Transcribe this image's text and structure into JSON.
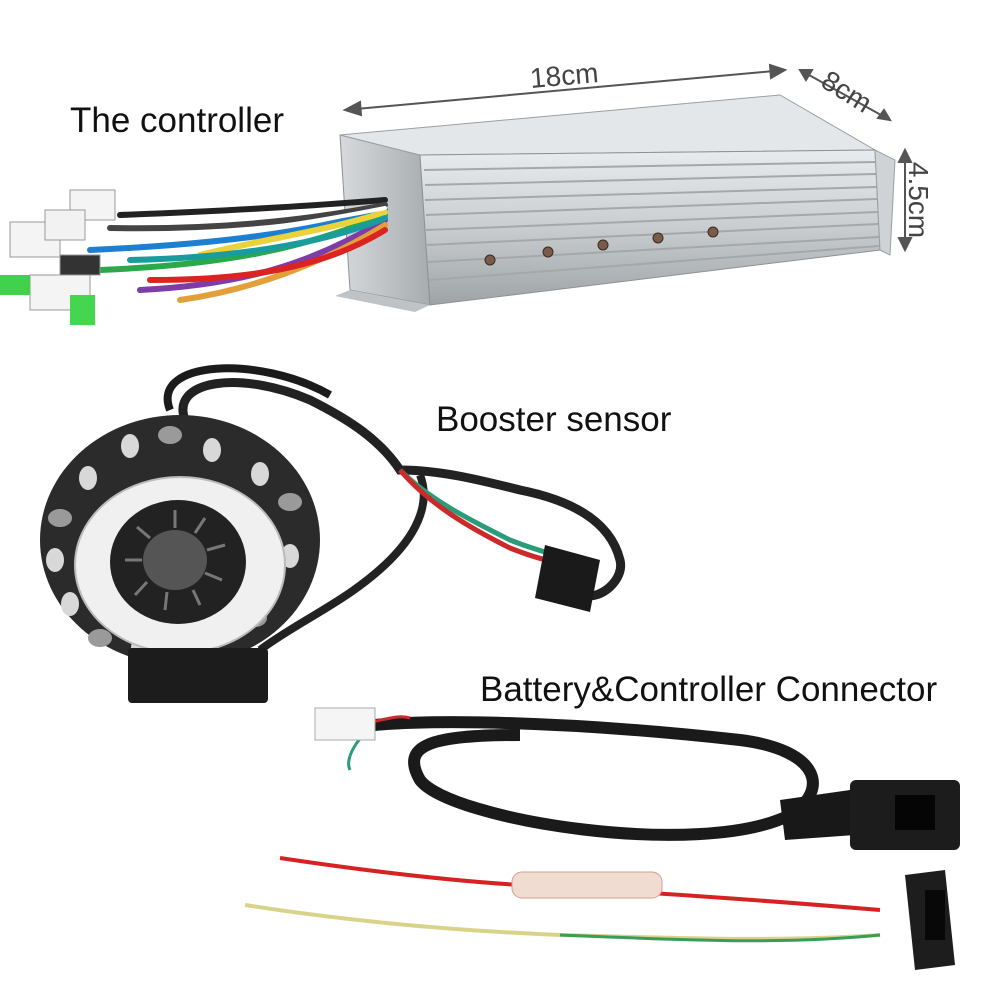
{
  "labels": {
    "controller": "The controller",
    "booster": "Booster sensor",
    "connector": "Battery&Controller Connector"
  },
  "dimensions": {
    "length": "18cm",
    "width": "8cm",
    "height": "4.5cm"
  }
}
